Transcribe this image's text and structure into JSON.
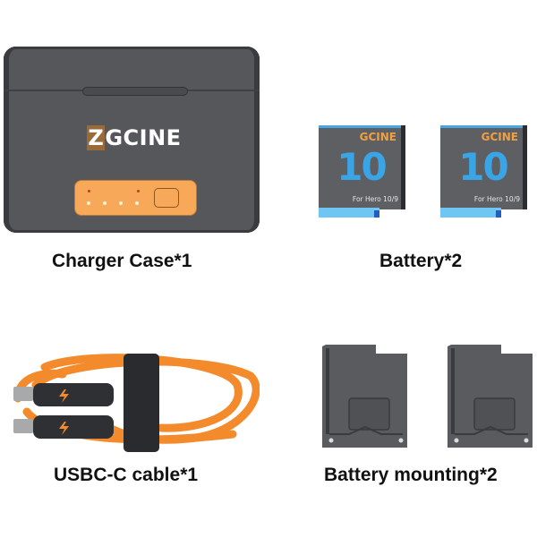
{
  "items": [
    {
      "label": "Charger Case*1",
      "brand": "GCINE",
      "brand_mark": "Z"
    },
    {
      "label": "Battery*2",
      "brand": "GCINE",
      "battery_number": "10",
      "compat": "For Hero 10/9"
    },
    {
      "label": "USBC-C cable*1"
    },
    {
      "label": "Battery mounting*2"
    }
  ],
  "colors": {
    "case": "#55575b",
    "panel": "#f8a859",
    "battery_blue": "#3aa5e6",
    "cable_orange": "#f38a2c",
    "mount": "#5a5b5f"
  }
}
